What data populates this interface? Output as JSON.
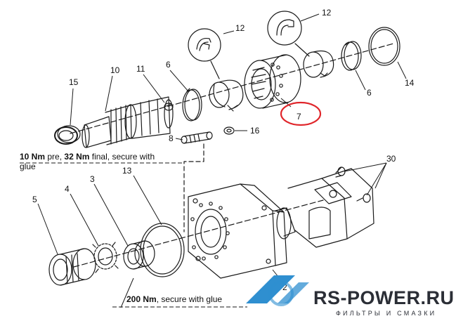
{
  "callouts": {
    "c15": "15",
    "c10": "10",
    "c11": "11",
    "c6a": "6",
    "c12a": "12",
    "c12b": "12",
    "c7": "7",
    "c6b": "6",
    "c14": "14",
    "c8": "8",
    "c16": "16",
    "c13": "13",
    "c5": "5",
    "c4": "4",
    "c3": "3",
    "c2": "2",
    "c30": "30"
  },
  "notes": {
    "torque_a_pre_value": "10 Nm",
    "torque_a_pre_suffix": " pre, ",
    "torque_a_final_value": "32 Nm",
    "torque_a_final_suffix": " final, secure with",
    "torque_a_line2": "glue",
    "torque_b_value": "200 Nm",
    "torque_b_suffix": ", secure with glue"
  },
  "watermark": {
    "brand": "RS-POWER.RU",
    "tagline": "ФИЛЬТРЫ И СМАЗКИ"
  },
  "colors": {
    "line": "#1a1a1a",
    "highlight": "#e0262b",
    "brand_blue": "#2f8fd0",
    "brand_dark": "#2b2e36"
  }
}
